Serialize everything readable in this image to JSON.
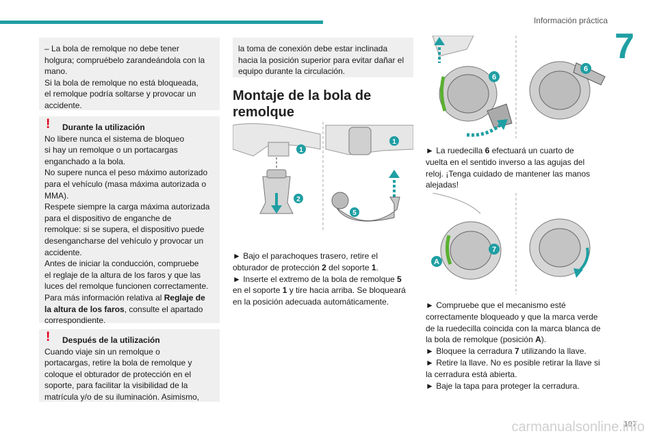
{
  "header": {
    "section": "Información práctica",
    "chapter_number": "7"
  },
  "col1": {
    "box1": "– La bola de remolque no debe tener\nholgura; compruébelo zarandeándola con la\nmano.\nSi la bola de remolque no está bloqueada,\nel remolque podría soltarse y provocar un\naccidente.",
    "warning1_title": "Durante la utilización",
    "warning1_text": "No libere nunca el sistema de bloqueo\nsi hay un remolque o un portacargas\nenganchado a la bola.\nNo supere nunca el peso máximo autorizado\npara el vehículo (masa máxima autorizada o\nMMA).\nRespete siempre la carga máxima autorizada\npara el dispositivo de enganche de\nremolque: si se supera, el dispositivo puede\ndesengancharse del vehículo y provocar un\naccidente.\nAntes de iniciar la conducción, compruebe\nel reglaje de la altura de los faros y que las\nluces del remolque funcionen correctamente.\nPara más información relativa al",
    "warning1_bold": "Reglaje de\nla altura de los faros",
    "warning1_tail": ", consulte el apartado\ncorrespondiente.",
    "warning2_title": "Después de la utilización",
    "warning2_text": "Cuando viaje sin un remolque o\nportacargas, retire la bola de remolque y\ncoloque el obturador de protección en el\nsoporte, para facilitar la visibilidad de la\nmatrícula y/o de su iluminación. Asimismo,"
  },
  "col2": {
    "box_cont": "la toma de conexión debe estar inclinada\nhacia la posición superior para evitar dañar el\nequipo durante la circulación.",
    "section_title": "Montaje de la bola de remolque",
    "step1a": "► Bajo el parachoques trasero, retire el\nobturador de protección ",
    "step1b": "2",
    "step1c": " del soporte ",
    "step1d": "1",
    "step1e": ".",
    "step2a": "► Inserte el extremo de la bola de remolque ",
    "step2b": "5",
    "step2c": "\nen el soporte ",
    "step2d": "1",
    "step2e": " y tire hacia arriba. Se bloqueará\nen la posición adecuada automáticamente."
  },
  "col3": {
    "step3a": "► La ruedecilla ",
    "step3b": "6",
    "step3c": " efectuará un cuarto de\nvuelta en el sentido inverso a las agujas del\nreloj. ¡Tenga cuidado de mantener las manos\nalejadas!",
    "step4a": "► Compruebe que el mecanismo esté\ncorrectamente bloqueado y que la marca verde\nde la ruedecilla coincida con la marca blanca de\nla bola de remolque (posición ",
    "step4b": "A",
    "step4c": ").",
    "step5a": "► Bloquee la cerradura ",
    "step5b": "7",
    "step5c": " utilizando la llave.",
    "step6": "► Retire la llave. No es posible retirar la llave si\nla cerradura está abierta.",
    "step7": "► Baje la tapa para proteger la cerradura."
  },
  "callouts": {
    "c1": "1",
    "c2": "2",
    "c5": "5",
    "c6": "6",
    "c7": "7",
    "cA": "A"
  },
  "footer": {
    "page_number": "197",
    "watermark": "carmanualsonline.info"
  },
  "colors": {
    "accent": "#1f9fa3",
    "warning": "#e2001a",
    "box_bg": "#efefef",
    "callout": "#1f9fa3",
    "green_mark": "#5ab031"
  }
}
